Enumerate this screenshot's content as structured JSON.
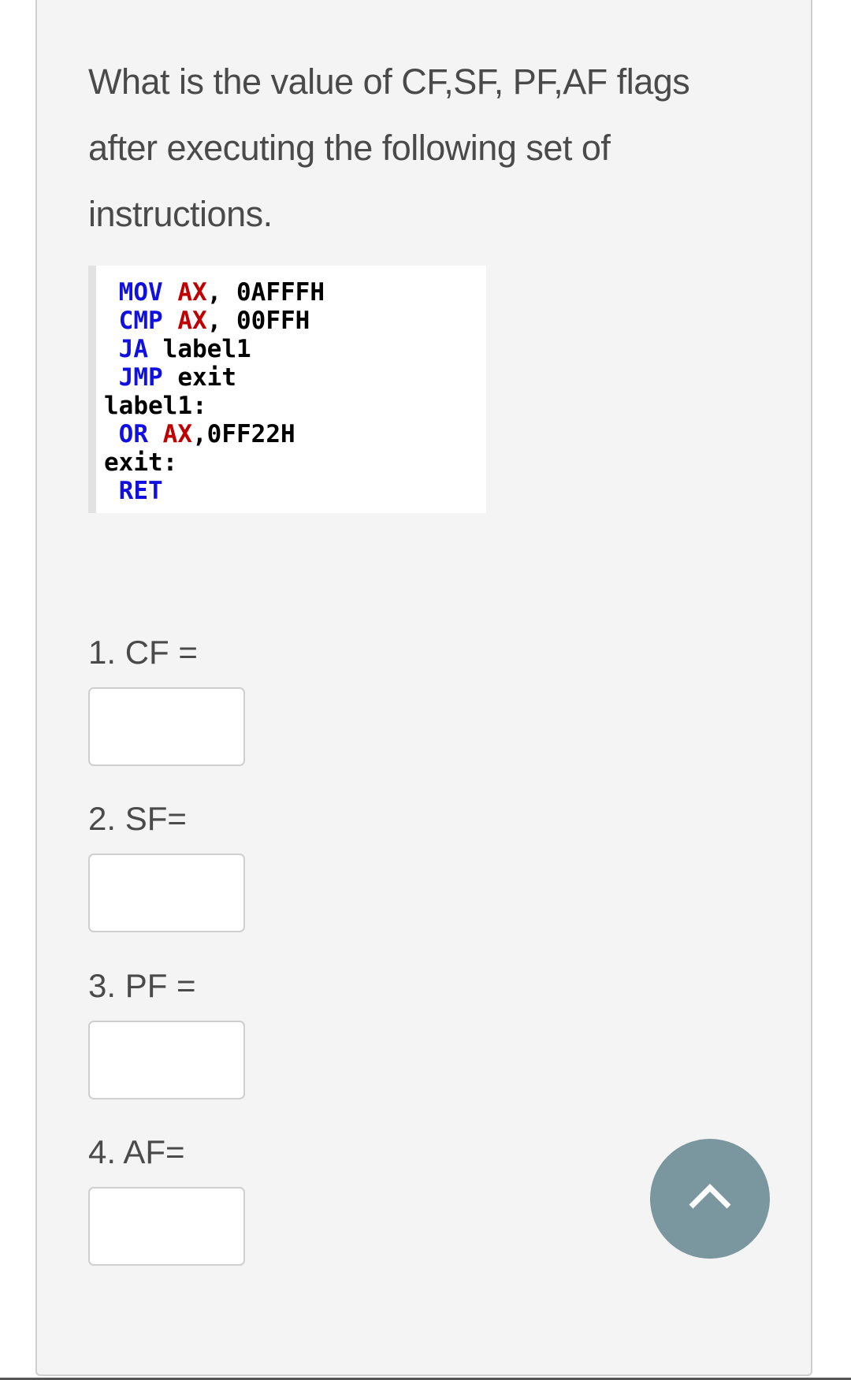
{
  "question": "What is the value of CF,SF, PF,AF flags after executing the following set of instructions.",
  "code_lines": [
    {
      "indent": " ",
      "op": "MOV",
      "reg": "AX",
      "rest": ", 0AFFFH"
    },
    {
      "indent": " ",
      "op": "CMP",
      "reg": "AX",
      "rest": ", 00FFH"
    },
    {
      "indent": " ",
      "op": "JA",
      "reg": "",
      "rest": " label1"
    },
    {
      "indent": " ",
      "op": "JMP",
      "reg": "",
      "rest": " exit"
    },
    {
      "indent": "",
      "op": "",
      "reg": "",
      "rest": "label1:"
    },
    {
      "indent": " ",
      "op": "OR",
      "reg": "AX",
      "rest": ",0FF22H"
    },
    {
      "indent": "",
      "op": "",
      "reg": "",
      "rest": "exit:"
    },
    {
      "indent": " ",
      "op": "RET",
      "reg": "",
      "rest": ""
    }
  ],
  "answers": [
    {
      "label": "1. CF =",
      "value": ""
    },
    {
      "label": "2. SF=",
      "value": ""
    },
    {
      "label": "3. PF =",
      "value": ""
    },
    {
      "label": "4. AF=",
      "value": ""
    }
  ],
  "scroll_top_icon": "chevron-up-icon",
  "colors": {
    "background": "#f4f4f4",
    "keyword": "#1010e0",
    "register": "#c00000",
    "scroll_button": "#7a969e"
  }
}
